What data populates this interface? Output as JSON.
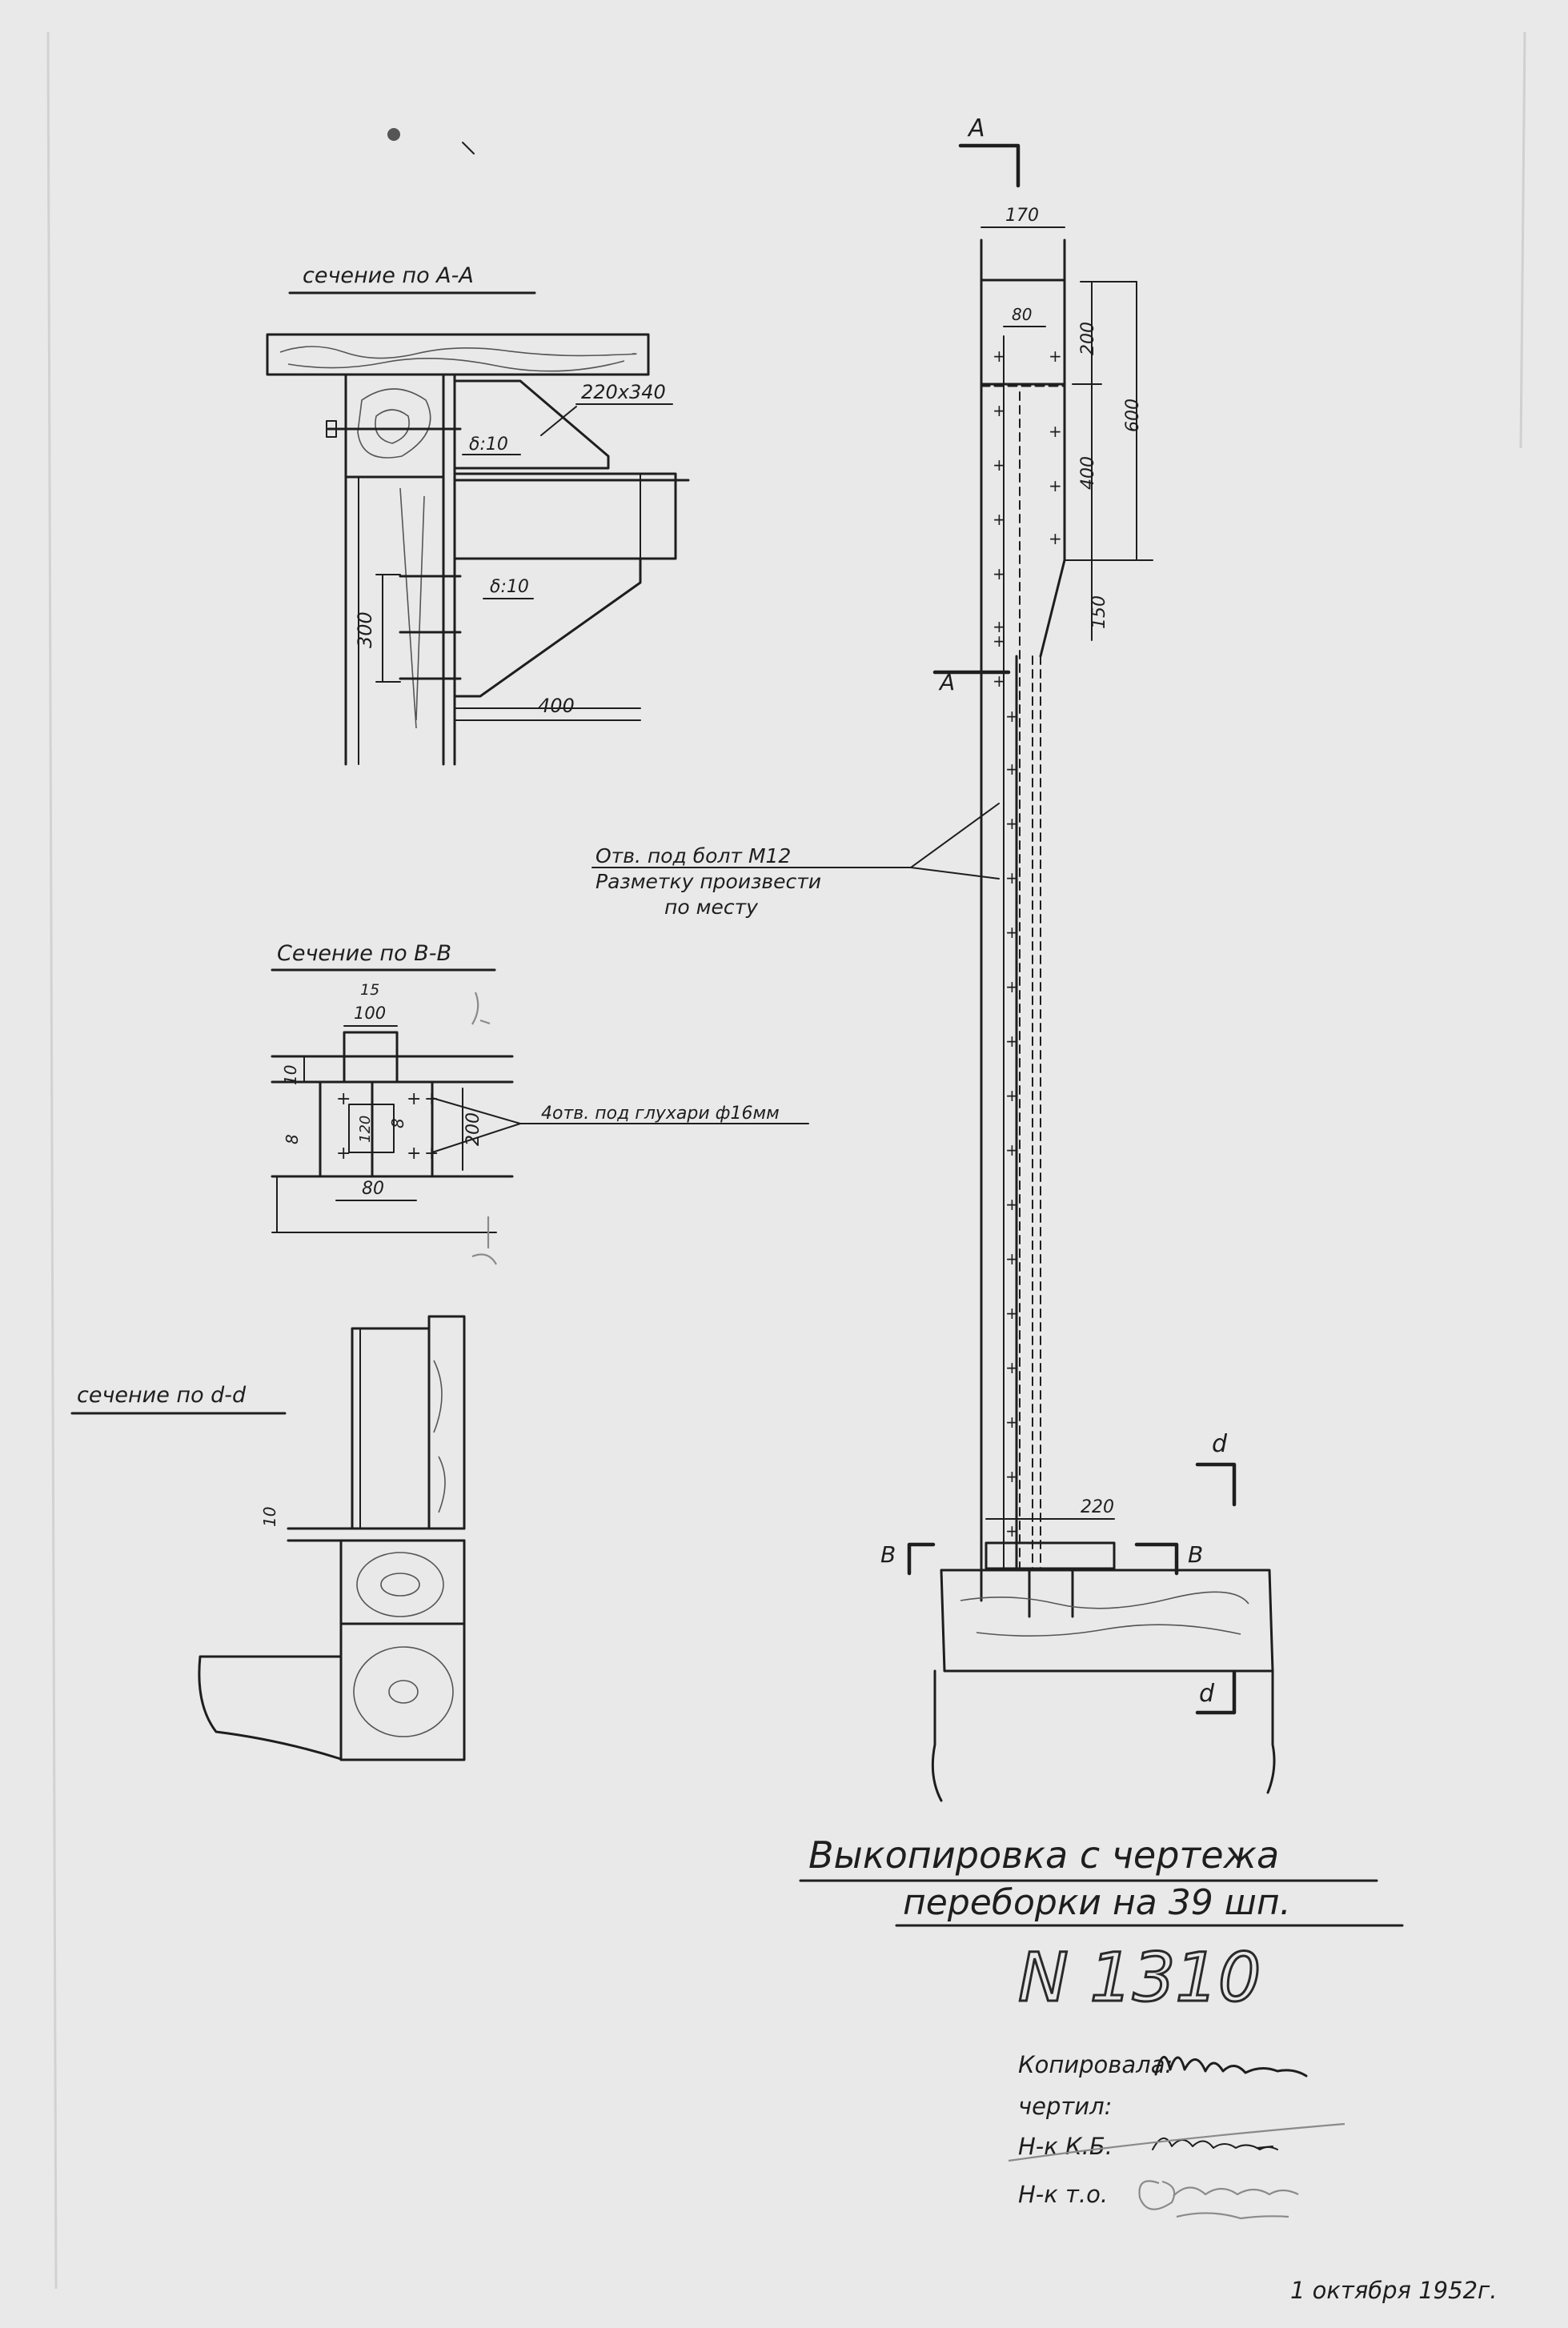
{
  "sections": {
    "aa": {
      "title": "сечение по А-А",
      "plate": "220х340",
      "thickness_1": "δ:10",
      "thickness_2": "δ:10",
      "dim_300": "300",
      "dim_400": "400"
    },
    "bb": {
      "title": "Сечение по В-В",
      "dim_15": "15",
      "dim_100": "100",
      "dim_10": "10",
      "dim_8a": "8",
      "dim_120": "120",
      "dim_8b": "8",
      "dim_200": "200",
      "dim_80": "80",
      "holes_note": "4отв. под глухари ф16мм"
    },
    "dd": {
      "title": "сечение по d-d",
      "dim_10": "10"
    }
  },
  "elevation": {
    "marker_a_top": "А",
    "marker_a_side": "А",
    "dim_170": "170",
    "dim_80": "80",
    "dim_200": "200",
    "dim_400": "400",
    "dim_600": "600",
    "dim_150": "150",
    "dim_220": "220",
    "marker_b_left": "В",
    "marker_b_right": "В",
    "marker_d_top": "d",
    "marker_d_bottom": "d"
  },
  "bolt_note": {
    "line1": "Отв. под болт М12",
    "line2": "Разметку произвести",
    "line3": "по месту"
  },
  "title_block": {
    "line1": "Выкопировка с чертежа",
    "line2": "переборки на 39 шп.",
    "number": "N 1310",
    "copied_label": "Копировала:",
    "drawn_label": "чертил:",
    "kb_label": "Н-к К.Б.",
    "to_label": "Н-к т.о.",
    "date": "1 октября 1952г."
  },
  "colors": {
    "paper": "#e9e9e9",
    "ink": "#1e1e1e",
    "pencil": "#8a8a8a"
  }
}
